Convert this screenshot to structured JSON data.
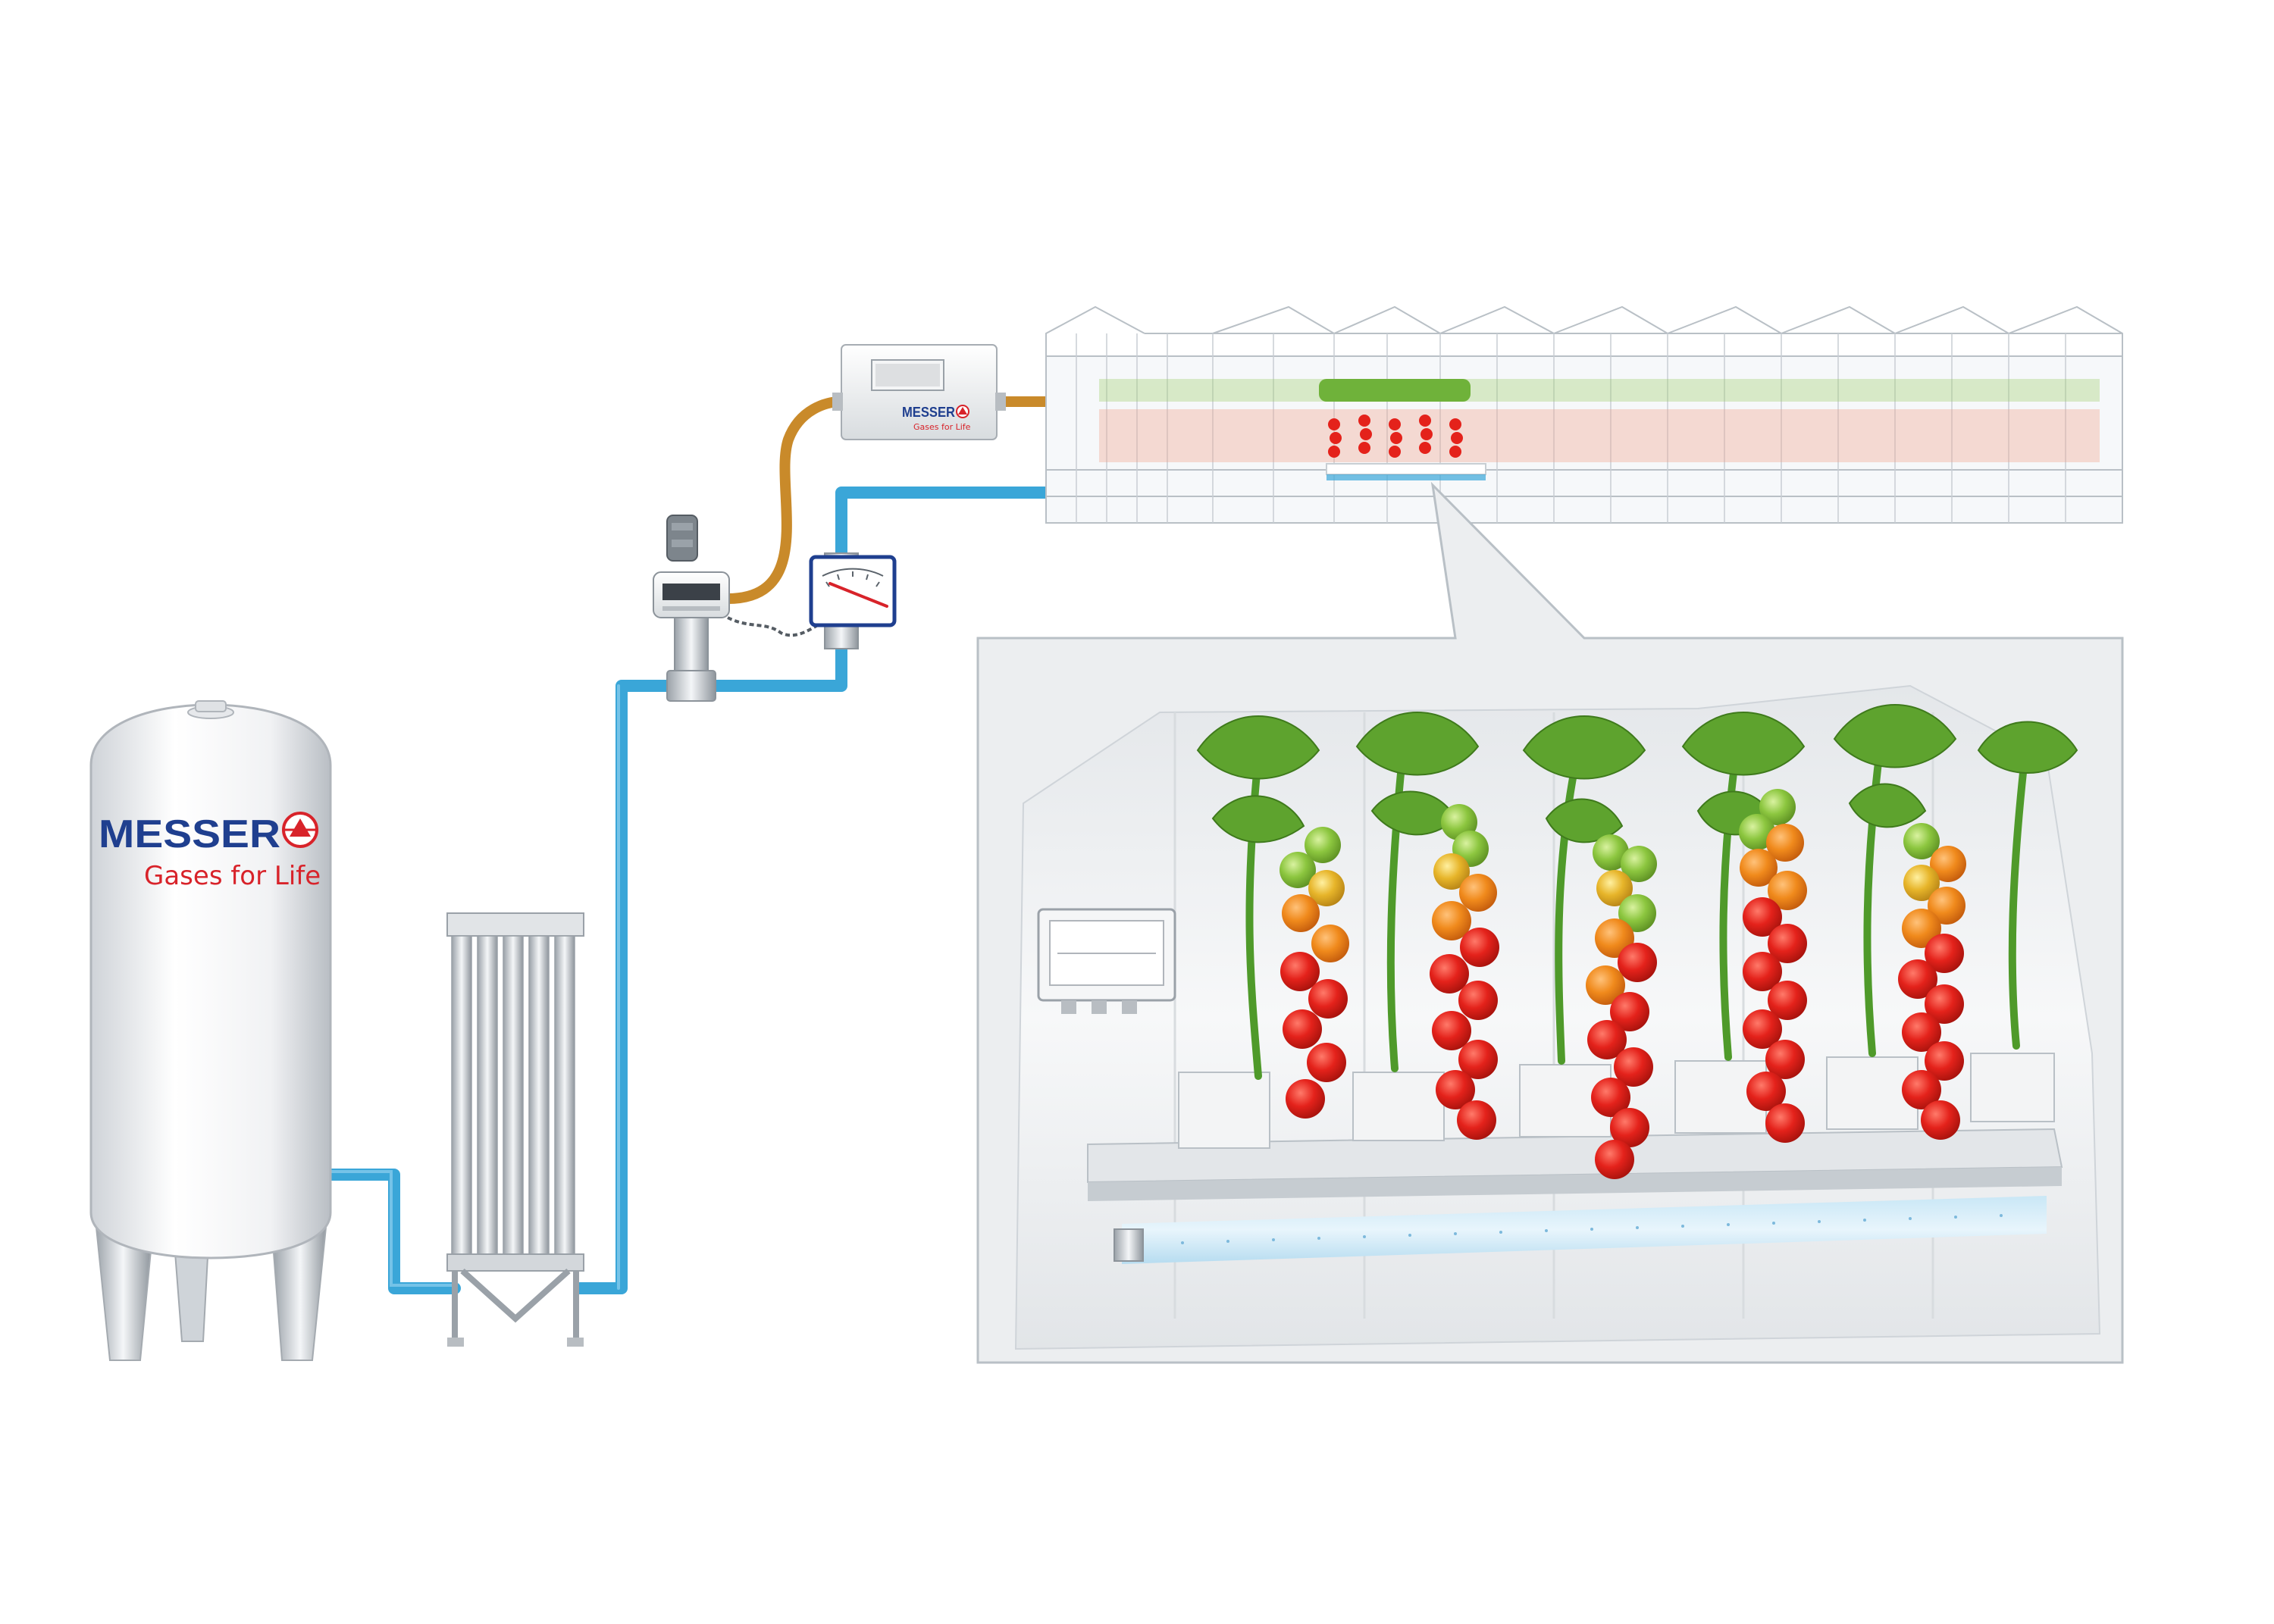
{
  "tank_label": {
    "brand": "MESSER",
    "tagline": "Gases for Life"
  },
  "analyzer_label": {
    "brand": "MESSER",
    "tagline": "Gases for Life"
  },
  "colors": {
    "background": "#ffffff",
    "pipe_blue": "#3aa6d8",
    "pipe_orange": "#c98a2a",
    "brand_blue": "#1f3f8f",
    "brand_red": "#d8232a",
    "tomato_red": "#e4221b",
    "tomato_orange": "#f08a1c",
    "tomato_green": "#8cc63f",
    "leaf_green": "#5ea32e",
    "panel_bg": "#eef0f2"
  },
  "icons": {
    "tank": "storage-tank",
    "vaporizer": "ambient-vaporizer",
    "flow_meter": "flow-meter-gauge",
    "valve": "solenoid-valve",
    "analyzer": "co2-analyzer",
    "greenhouse": "greenhouse",
    "plants": "tomato-plants",
    "distribution_tube": "perforated-distribution-tube"
  }
}
